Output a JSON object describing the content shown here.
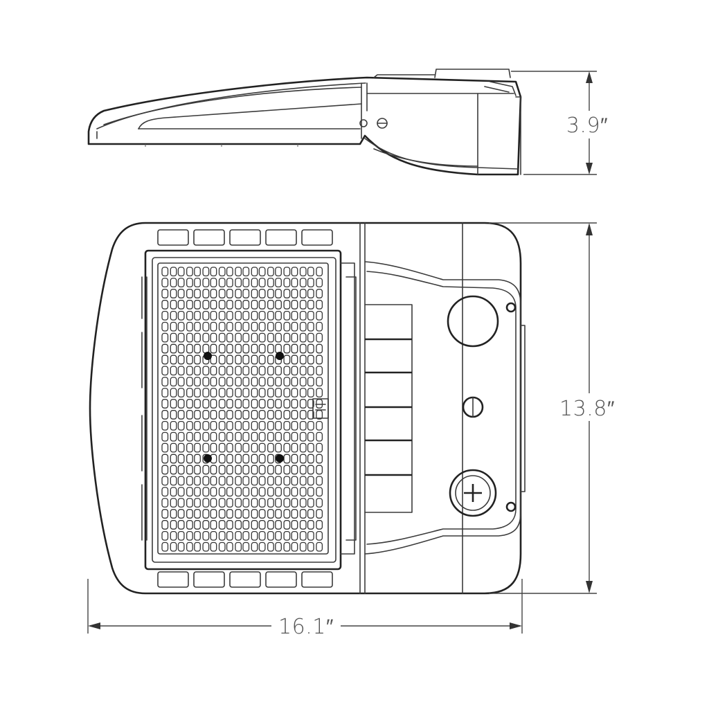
{
  "dimensions": {
    "height": "3.9″",
    "depth": "13.8″",
    "length": "16.1″"
  },
  "colors": {
    "line": "#3a3a3a",
    "text": "#555555",
    "background": "#ffffff"
  }
}
